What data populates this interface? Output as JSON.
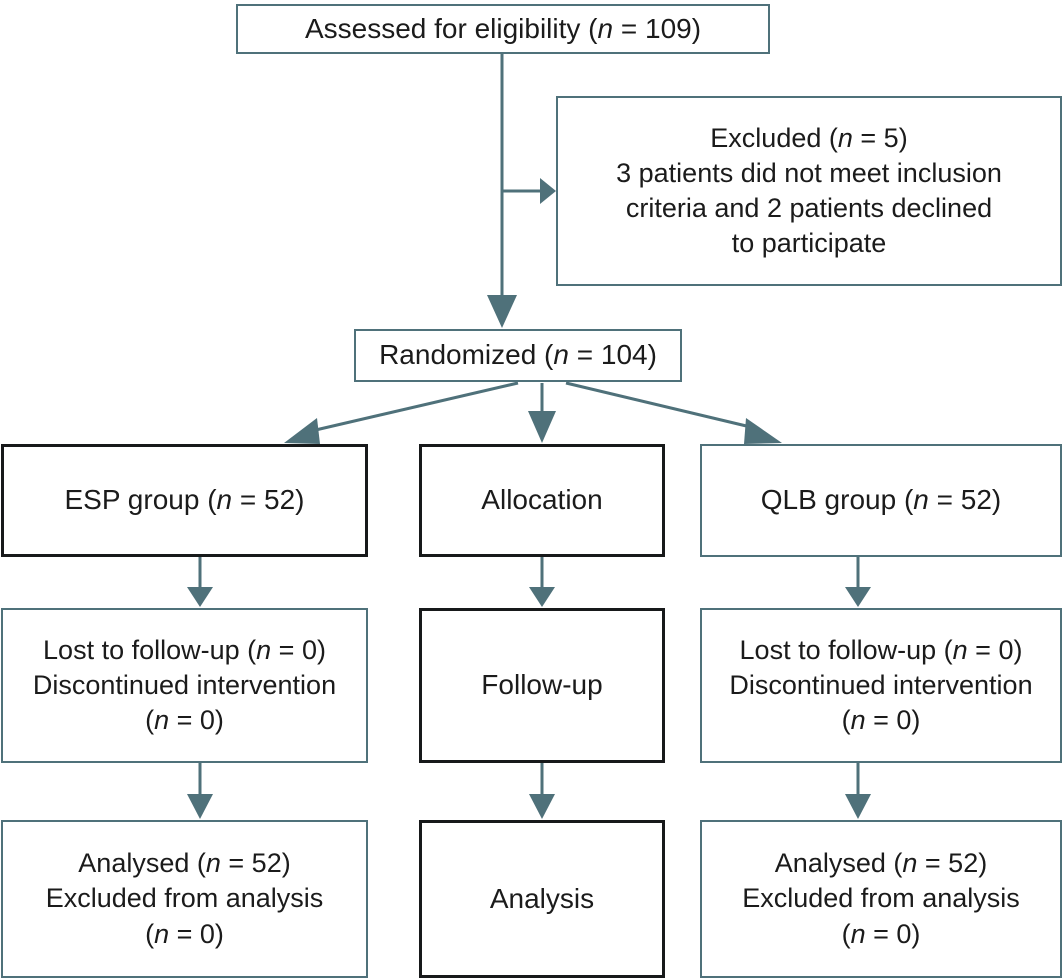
{
  "diagram": {
    "title": "CONSORT participant flow diagram",
    "colors": {
      "connector": "#4f717a",
      "teal_border": "#4f717a",
      "dark_border": "#17191a",
      "text": "#1b1b1b",
      "background": "#ffffff"
    },
    "nodes": {
      "assessed": {
        "name": "assessed-for-eligibility",
        "border": "teal",
        "lines": [
          {
            "pre": "Assessed for eligibility (",
            "ital": "n",
            "post": " = 109)"
          }
        ],
        "plain": "Assessed for eligibility (n = 109)"
      },
      "excluded": {
        "name": "excluded",
        "border": "teal",
        "lines": [
          {
            "pre": "Excluded (",
            "ital": "n",
            "post": " = 5)"
          },
          {
            "pre": "3 patients did not meet inclusion",
            "ital": "",
            "post": ""
          },
          {
            "pre": "criteria and 2 patients declined",
            "ital": "",
            "post": ""
          },
          {
            "pre": "to participate",
            "ital": "",
            "post": ""
          }
        ],
        "plain": "Excluded (n = 5) 3 patients did not meet inclusion criteria and 2 patients declined to participate"
      },
      "randomized": {
        "name": "randomized",
        "border": "teal",
        "lines": [
          {
            "pre": "Randomized (",
            "ital": "n",
            "post": " = 104)"
          }
        ],
        "plain": "Randomized (n = 104)"
      },
      "esp_group": {
        "name": "esp-group-allocation",
        "border": "dark",
        "lines": [
          {
            "pre": "ESP group (",
            "ital": "n",
            "post": " = 52)"
          }
        ],
        "plain": "ESP group (n = 52)"
      },
      "allocation_label": {
        "name": "allocation-stage-label",
        "border": "dark",
        "lines": [
          {
            "pre": "Allocation",
            "ital": "",
            "post": ""
          }
        ],
        "plain": "Allocation"
      },
      "qlb_group": {
        "name": "qlb-group-allocation",
        "border": "teal",
        "lines": [
          {
            "pre": "QLB group (",
            "ital": "n",
            "post": " = 52)"
          }
        ],
        "plain": "QLB group (n = 52)"
      },
      "esp_followup": {
        "name": "esp-group-followup",
        "border": "teal",
        "lines": [
          {
            "pre": "Lost to follow-up (",
            "ital": "n",
            "post": " = 0)"
          },
          {
            "pre": "Discontinued intervention",
            "ital": "",
            "post": ""
          },
          {
            "pre": "(",
            "ital": "n",
            "post": " = 0)"
          }
        ],
        "plain": "Lost to follow-up (n = 0) Discontinued intervention (n = 0)"
      },
      "followup_label": {
        "name": "followup-stage-label",
        "border": "dark",
        "lines": [
          {
            "pre": "Follow-up",
            "ital": "",
            "post": ""
          }
        ],
        "plain": "Follow-up"
      },
      "qlb_followup": {
        "name": "qlb-group-followup",
        "border": "teal",
        "lines": [
          {
            "pre": "Lost to follow-up (",
            "ital": "n",
            "post": " = 0)"
          },
          {
            "pre": "Discontinued intervention",
            "ital": "",
            "post": ""
          },
          {
            "pre": "(",
            "ital": "n",
            "post": " = 0)"
          }
        ],
        "plain": "Lost to follow-up (n = 0) Discontinued intervention (n = 0)"
      },
      "esp_analysis": {
        "name": "esp-group-analysis",
        "border": "teal",
        "lines": [
          {
            "pre": "Analysed (",
            "ital": "n",
            "post": " = 52)"
          },
          {
            "pre": "Excluded from analysis",
            "ital": "",
            "post": ""
          },
          {
            "pre": "(",
            "ital": "n",
            "post": " = 0)"
          }
        ],
        "plain": "Analysed (n = 52) Excluded from analysis (n = 0)"
      },
      "analysis_label": {
        "name": "analysis-stage-label",
        "border": "dark",
        "lines": [
          {
            "pre": "Analysis",
            "ital": "",
            "post": ""
          }
        ],
        "plain": "Analysis"
      },
      "qlb_analysis": {
        "name": "qlb-group-analysis",
        "border": "teal",
        "lines": [
          {
            "pre": "Analysed (",
            "ital": "n",
            "post": " = 52)"
          },
          {
            "pre": "Excluded from analysis",
            "ital": "",
            "post": ""
          },
          {
            "pre": "(",
            "ital": "n",
            "post": " = 0)"
          }
        ],
        "plain": "Analysed (n = 52) Excluded from analysis (n = 0)"
      }
    },
    "edges": [
      {
        "name": "edge-assessed-to-excluded",
        "from": "assessed",
        "to": "excluded",
        "kind": "elbow-right"
      },
      {
        "name": "edge-assessed-to-randomized",
        "from": "assessed",
        "to": "randomized",
        "kind": "vertical"
      },
      {
        "name": "edge-randomized-to-esp",
        "from": "randomized",
        "to": "esp_group",
        "kind": "diagonal-left"
      },
      {
        "name": "edge-randomized-to-allocation",
        "from": "randomized",
        "to": "allocation_label",
        "kind": "vertical"
      },
      {
        "name": "edge-randomized-to-qlb",
        "from": "randomized",
        "to": "qlb_group",
        "kind": "diagonal-right"
      },
      {
        "name": "edge-esp-allocation-to-followup",
        "from": "esp_group",
        "to": "esp_followup",
        "kind": "vertical"
      },
      {
        "name": "edge-allocation-to-followup",
        "from": "allocation_label",
        "to": "followup_label",
        "kind": "vertical"
      },
      {
        "name": "edge-qlb-allocation-to-followup",
        "from": "qlb_group",
        "to": "qlb_followup",
        "kind": "vertical"
      },
      {
        "name": "edge-esp-followup-to-analysis",
        "from": "esp_followup",
        "to": "esp_analysis",
        "kind": "vertical"
      },
      {
        "name": "edge-followup-to-analysis",
        "from": "followup_label",
        "to": "analysis_label",
        "kind": "vertical"
      },
      {
        "name": "edge-qlb-followup-to-analysis",
        "from": "qlb_followup",
        "to": "qlb_analysis",
        "kind": "vertical"
      }
    ]
  }
}
